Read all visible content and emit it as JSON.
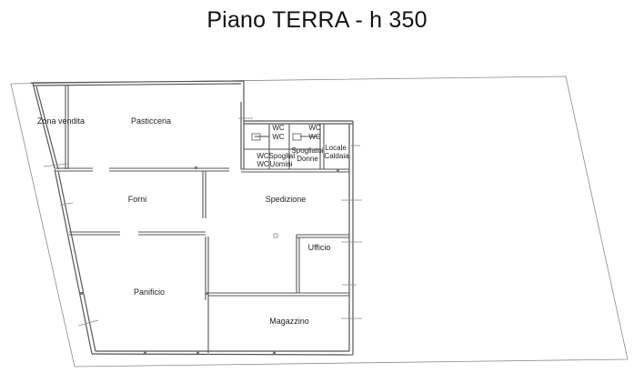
{
  "title": "Piano TERRA - h 350",
  "rooms": {
    "zona_vendita": "Zona vendita",
    "pasticceria": "Pasticceria",
    "forni": "Forni",
    "spedizione": "Spedizione",
    "ufficio": "Ufficio",
    "panificio": "Panificio",
    "magazzino": "Magazzino",
    "locale_caldaia_1": "Locale",
    "locale_caldaia_2": "Caldaia",
    "spogliatoi_donne_1": "Spogliatoi",
    "spogliatoi_donne_2": "Donne",
    "spogliatoi_uomini_1": "Spogliat",
    "spogliatoi_uomini_2": "Uomini",
    "wc": "WC"
  },
  "colors": {
    "line": "#555555",
    "thin": "#888888",
    "text": "#222222"
  }
}
